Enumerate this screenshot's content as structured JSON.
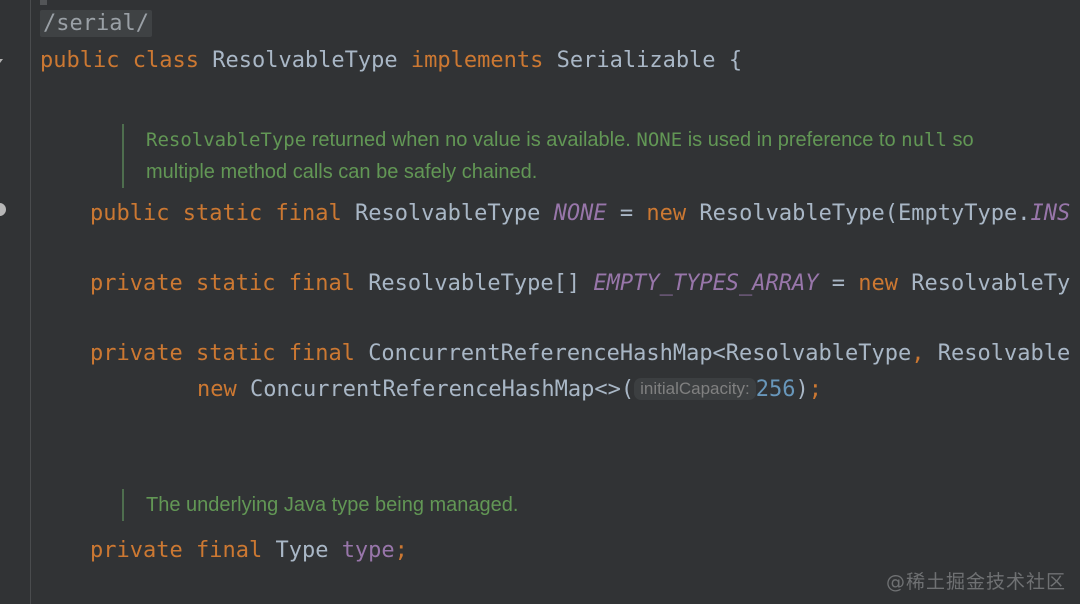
{
  "editor": {
    "theme_background": "#313335",
    "gutter_background": "#313335",
    "default_text_color": "#a9b7c6",
    "keyword_color": "#cc7832",
    "field_color": "#9876aa",
    "number_color": "#6897bb",
    "comment_color": "#629755",
    "hint_color": "#808080"
  },
  "gutter": {
    "fold_arrow_icon": "fold-arrow-icon",
    "breakpoint_icon": "breakpoint-icon"
  },
  "code": {
    "serial_tag": "/serial/",
    "line_class_decl": {
      "kw_public": "public",
      "kw_class": "class",
      "class_name": "ResolvableType",
      "kw_implements": "implements",
      "interface_name": "Serializable",
      "brace": "{"
    },
    "javadoc_none": "ResolvableType returned when no value is available. NONE is used in preference to null so multiple method calls can be safely chained.",
    "javadoc_none_parts": {
      "code1": "ResolvableType",
      "text1": " returned when no value is available. ",
      "code2": "NONE",
      "text2": " is used in preference to ",
      "code3": "null",
      "text3": " so",
      "line2": "multiple method calls can be safely chained."
    },
    "line_none": {
      "kw_public": "public",
      "kw_static": "static",
      "kw_final": "final",
      "type": "ResolvableType",
      "field": "NONE",
      "eq": "=",
      "kw_new": "new",
      "ctor": "ResolvableType(EmptyType.",
      "trailing_field": "INS"
    },
    "line_empty_types": {
      "kw_private": "private",
      "kw_static": "static",
      "kw_final": "final",
      "type": "ResolvableType[]",
      "field": "EMPTY_TYPES_ARRAY",
      "eq": "=",
      "kw_new": "new",
      "trailing": "ResolvableTy"
    },
    "line_cache_decl": {
      "kw_private": "private",
      "kw_static": "static",
      "kw_final": "final",
      "type_start": "ConcurrentReferenceHashMap<ResolvableType",
      "comma": ",",
      "type_end": " Resolvable"
    },
    "line_cache_init": {
      "kw_new": "new",
      "ctor": "ConcurrentReferenceHashMap<>(",
      "param_hint": "initialCapacity:",
      "value": "256",
      "close": ")",
      "semi": ";"
    },
    "javadoc_type": "The underlying Java type being managed.",
    "line_type_field": {
      "kw_private": "private",
      "kw_final": "final",
      "type": "Type",
      "field": "type",
      "semi": ";"
    }
  },
  "watermark": {
    "text": "@稀土掘金技术社区"
  }
}
